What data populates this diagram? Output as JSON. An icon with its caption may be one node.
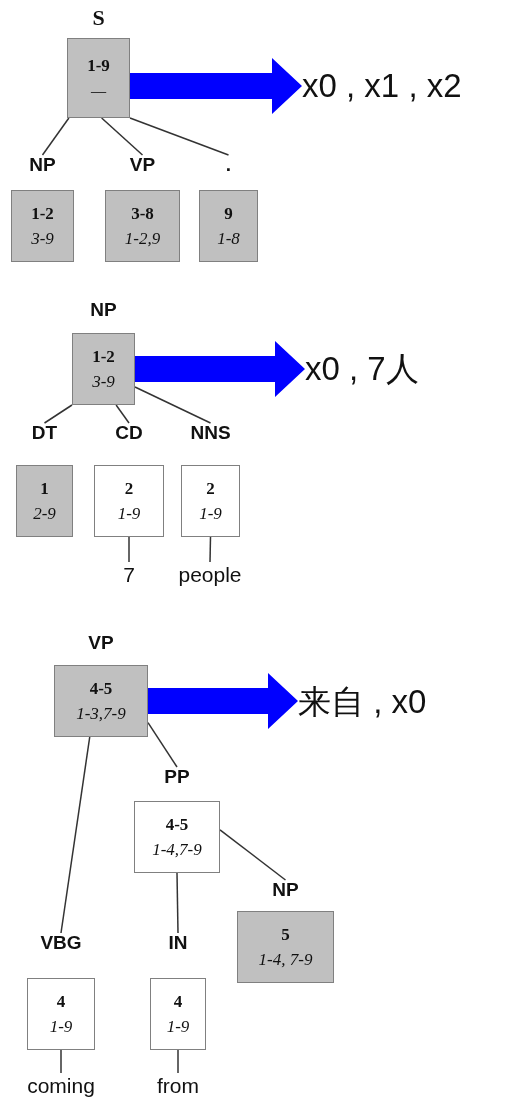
{
  "diagram": {
    "nodes": [
      {
        "text": [
          "S",
          "1-9",
          "—"
        ]
      },
      {
        "text": [
          "NP",
          "1-2",
          "3-9"
        ]
      },
      {
        "text": [
          "VP",
          "3-8",
          "1-2,9"
        ]
      },
      {
        "text": [
          ".",
          "9",
          "1-8"
        ]
      },
      {
        "text": [
          "x0 , x1 , x2"
        ]
      },
      {
        "text": [
          "NP",
          "1-2",
          "3-9"
        ]
      },
      {
        "text": [
          "DT",
          "1",
          "2-9"
        ]
      },
      {
        "text": [
          "CD",
          "2",
          "1-9"
        ]
      },
      {
        "text": [
          "NNS",
          "2",
          "1-9"
        ]
      },
      {
        "text": [
          "7"
        ]
      },
      {
        "text": [
          "people"
        ]
      },
      {
        "text": [
          "x0 , 7人"
        ]
      },
      {
        "text": [
          "VP",
          "4-5",
          "1-3,7-9"
        ]
      },
      {
        "text": [
          "PP",
          "4-5",
          "1-4,7-9"
        ]
      },
      {
        "text": [
          "VBG",
          "4",
          "1-9"
        ]
      },
      {
        "text": [
          "IN",
          "4",
          "1-9"
        ]
      },
      {
        "text": [
          "NP",
          "5",
          "1-4, 7-9"
        ]
      },
      {
        "text": [
          "coming"
        ]
      },
      {
        "text": [
          "from"
        ]
      },
      {
        "text": [
          "来自 , x0"
        ]
      }
    ],
    "edges": [
      {
        "from": 0,
        "to": 1,
        "arrow": "none"
      },
      {
        "from": 0,
        "to": 2,
        "arrow": "none"
      },
      {
        "from": 0,
        "to": 3,
        "arrow": "none"
      },
      {
        "from": 0,
        "to": 4,
        "arrow": "to",
        "style": "thick",
        "color": "#0000ff"
      },
      {
        "from": 5,
        "to": 6,
        "arrow": "none"
      },
      {
        "from": 5,
        "to": 7,
        "arrow": "none"
      },
      {
        "from": 5,
        "to": 8,
        "arrow": "none"
      },
      {
        "from": 7,
        "to": 9,
        "arrow": "none"
      },
      {
        "from": 8,
        "to": 10,
        "arrow": "none"
      },
      {
        "from": 5,
        "to": 11,
        "arrow": "to",
        "style": "thick",
        "color": "#0000ff"
      },
      {
        "from": 12,
        "to": 13,
        "arrow": "none"
      },
      {
        "from": 12,
        "to": 14,
        "arrow": "none"
      },
      {
        "from": 13,
        "to": 15,
        "arrow": "none"
      },
      {
        "from": 13,
        "to": 16,
        "arrow": "none"
      },
      {
        "from": 14,
        "to": 17,
        "arrow": "none"
      },
      {
        "from": 15,
        "to": 18,
        "arrow": "none"
      },
      {
        "from": 12,
        "to": 19,
        "arrow": "to",
        "style": "thick",
        "color": "#0000ff"
      }
    ]
  }
}
